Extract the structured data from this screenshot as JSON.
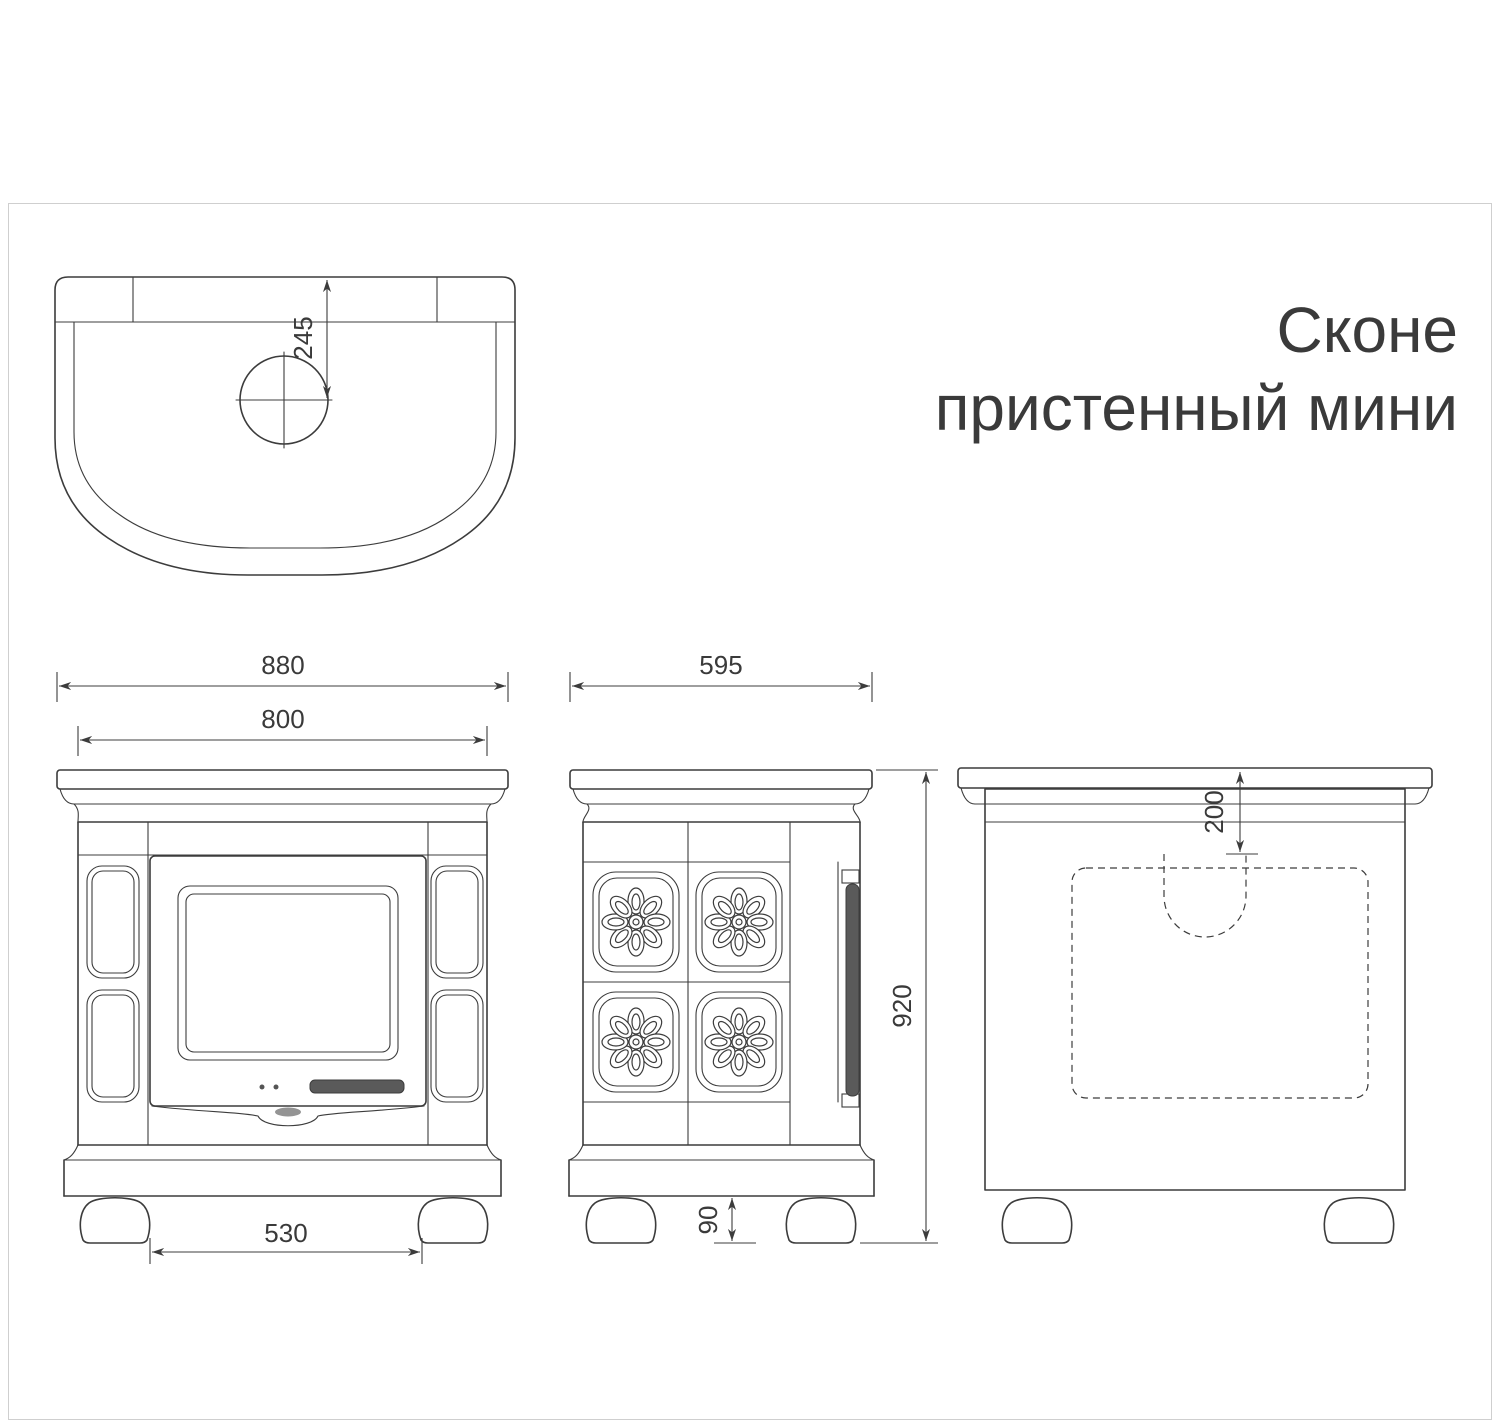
{
  "title": {
    "line1": "Сконе",
    "line2": "пристенный мини"
  },
  "dimensions": {
    "top_flue_offset": "245",
    "front_overall_width": "880",
    "front_body_width": "800",
    "front_leg_span": "530",
    "side_depth": "595",
    "side_height": "920",
    "side_leg_height": "90",
    "back_flue_offset": "200"
  },
  "colors": {
    "line": "#3c3c3c",
    "back_panel_fill": "#c7cac9",
    "door_frame_fill": "#dadada",
    "glass_fill": "#ffffff",
    "handle_fill": "#5a5a5a"
  },
  "views": {
    "top": "top-plan-view",
    "front": "front-view",
    "side": "side-view",
    "back": "back-view"
  }
}
